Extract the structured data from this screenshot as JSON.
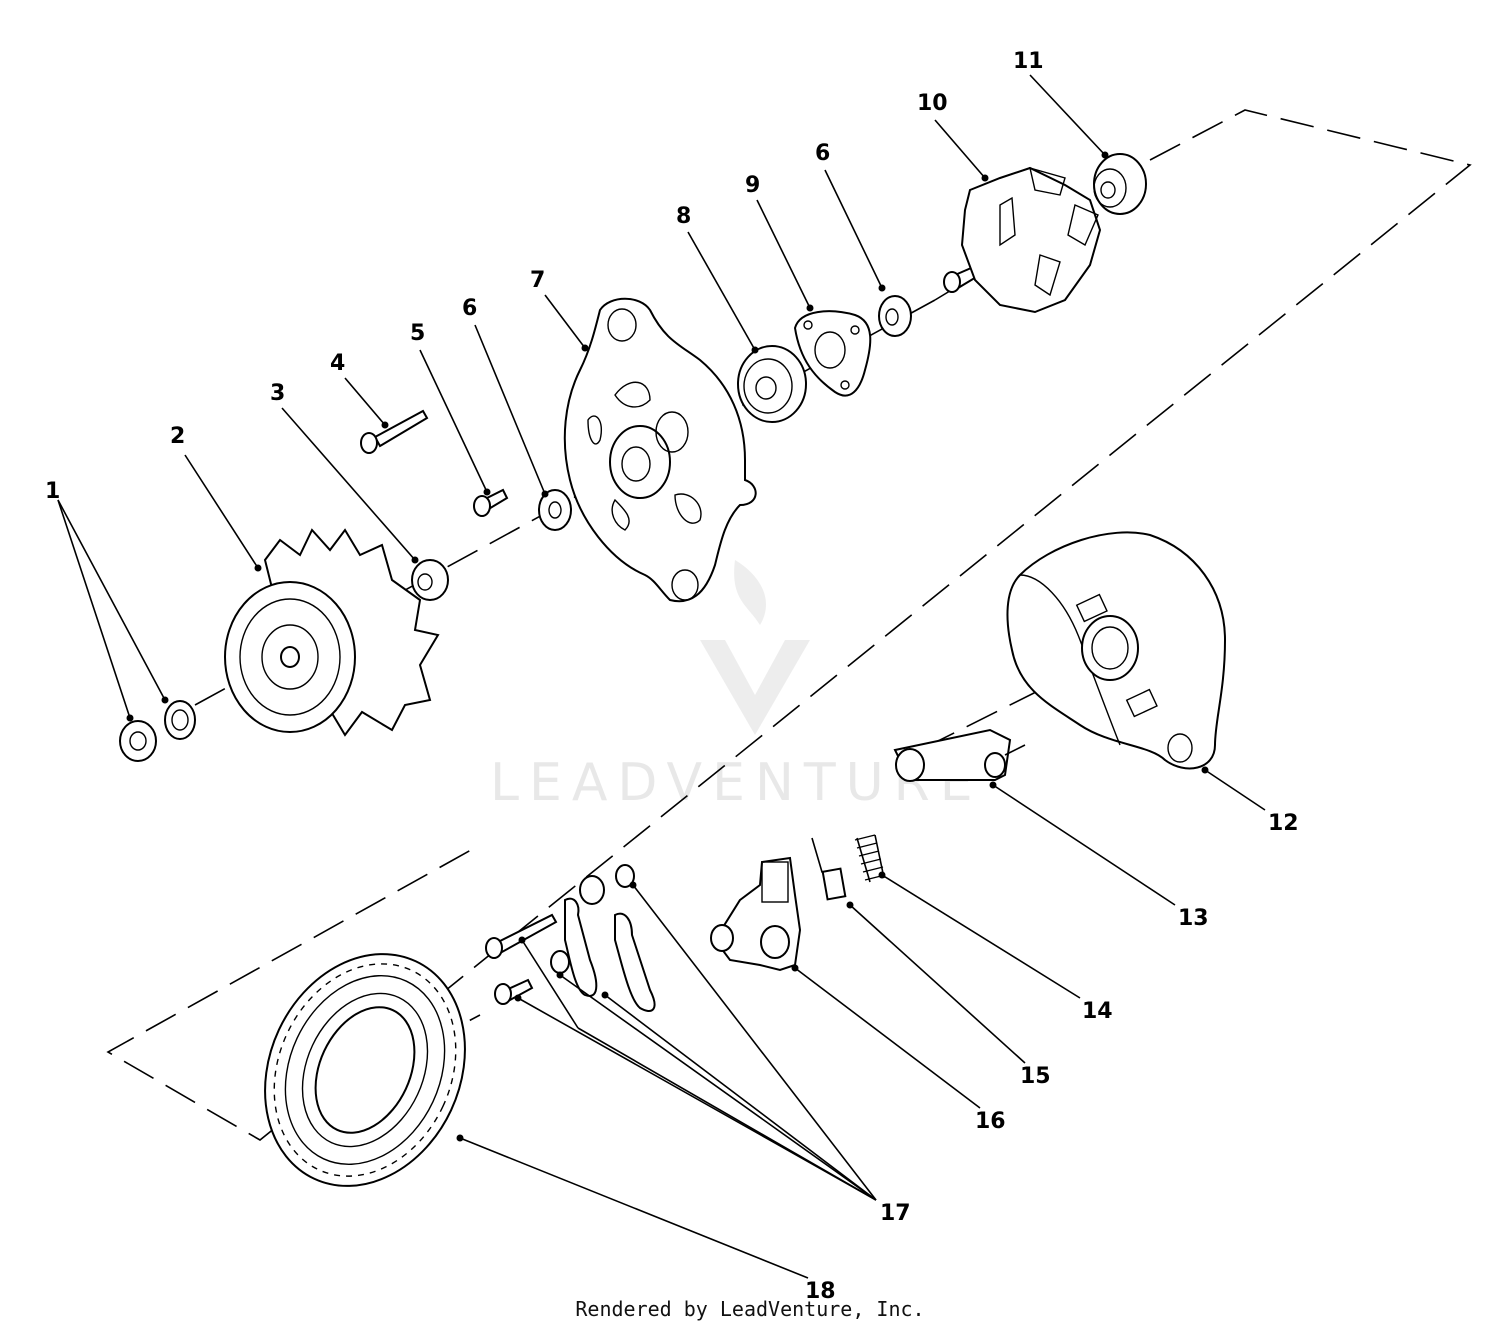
{
  "labels": {
    "l1": "1",
    "l2": "2",
    "l3": "3",
    "l4": "4",
    "l5": "5",
    "l6a": "6",
    "l7": "7",
    "l8": "8",
    "l9": "9",
    "l6b": "6",
    "l10": "10",
    "l11": "11",
    "l12": "12",
    "l13": "13",
    "l14": "14",
    "l15": "15",
    "l16": "16",
    "l17": "17",
    "l18": "18"
  },
  "watermark": {
    "text": "LEADVENTURE"
  },
  "footer": {
    "text": "Rendered by LeadVenture, Inc."
  }
}
